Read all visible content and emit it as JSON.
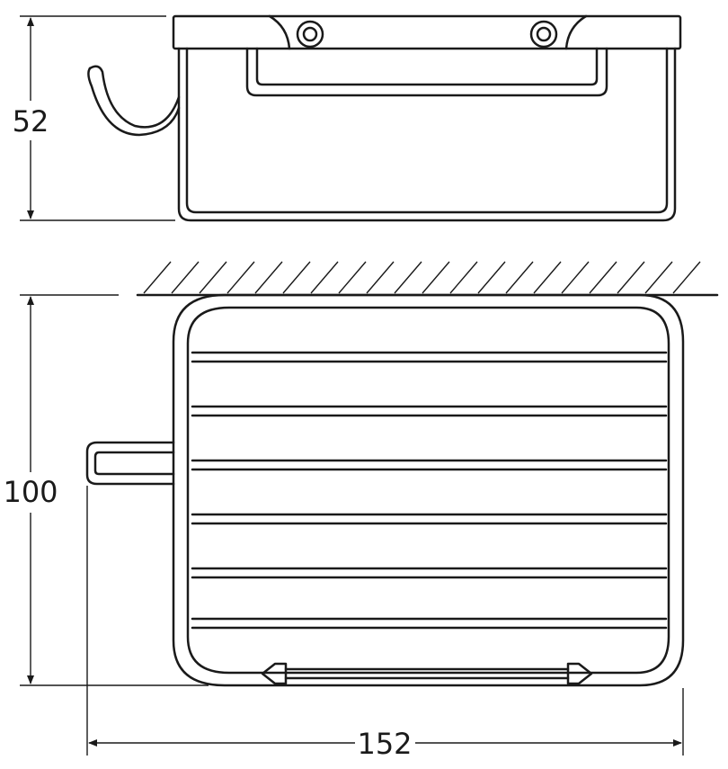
{
  "dimensions": {
    "height_side": "52",
    "depth_top": "100",
    "width": "152"
  },
  "colors": {
    "line": "#1a1a1a",
    "background": "#ffffff"
  }
}
